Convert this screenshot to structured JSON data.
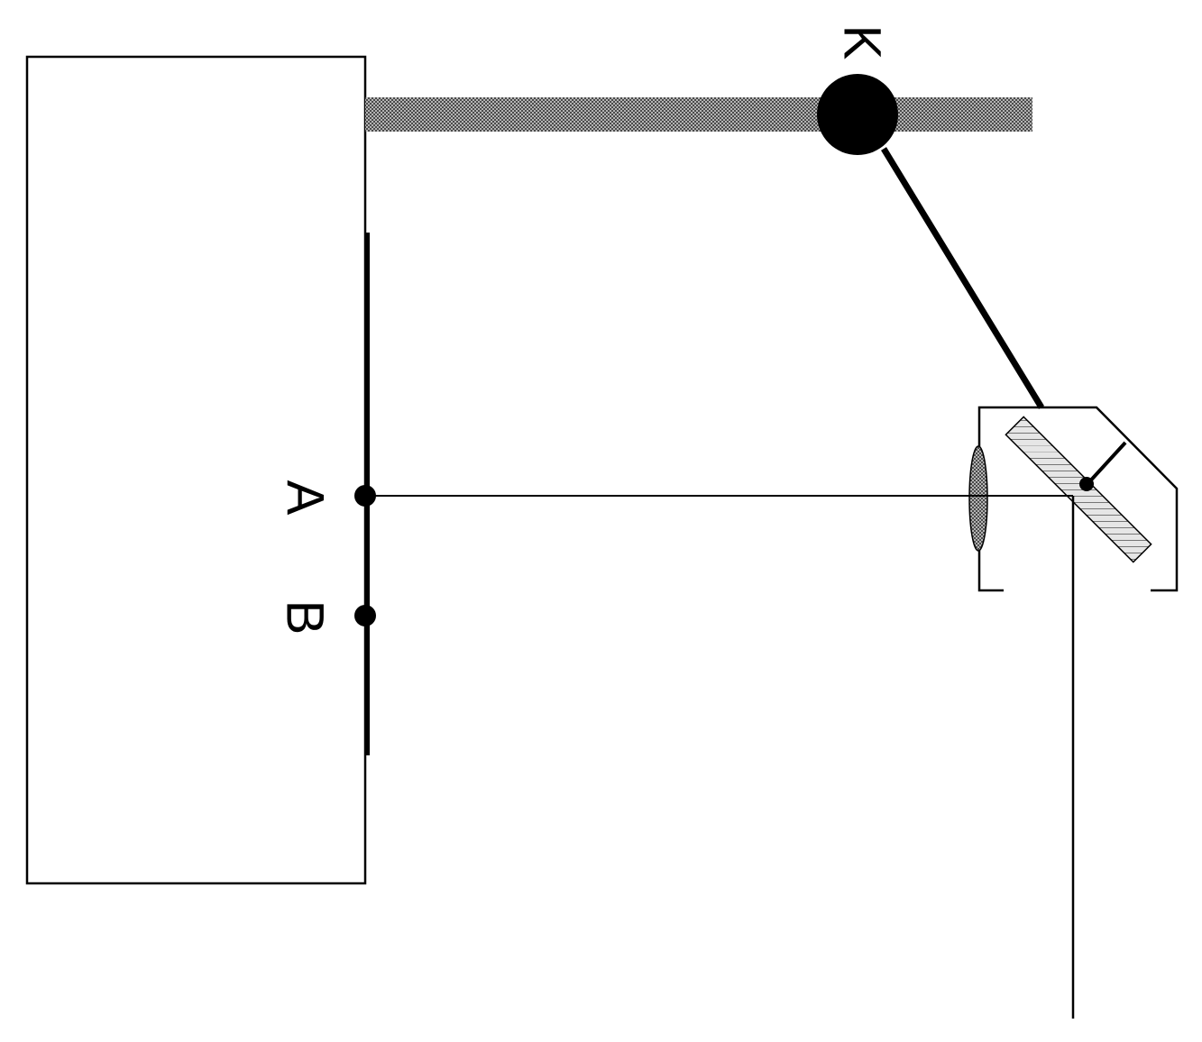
{
  "labels": {
    "point_a": "A",
    "point_b": "B",
    "pivot_k": "K"
  },
  "colors": {
    "ink": "#000000",
    "rail": "#7a7a7a",
    "lens": "#8c8c8c",
    "mirror": "#bdbdbd",
    "paper": "#ffffff"
  }
}
